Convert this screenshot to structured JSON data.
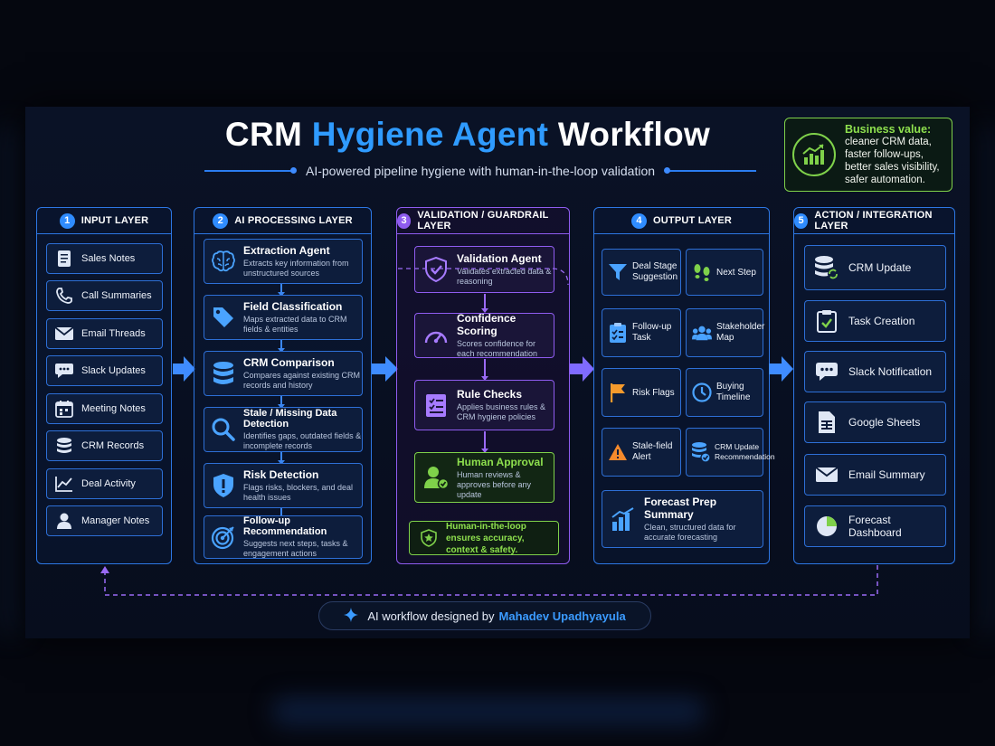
{
  "title": {
    "part1": "CRM",
    "accent": "Hygiene Agent",
    "part2": "Workflow"
  },
  "subtitle": "AI-powered pipeline hygiene with human-in-the-loop validation",
  "business_value": {
    "heading": "Business value:",
    "lines": [
      "cleaner CRM data,",
      "faster follow-ups,",
      "better sales visibility,",
      "safer automation."
    ]
  },
  "columns": [
    {
      "number": "1",
      "title": "INPUT LAYER",
      "items": [
        "Sales Notes",
        "Call Summaries",
        "Email Threads",
        "Slack Updates",
        "Meeting Notes",
        "CRM Records",
        "Deal Activity",
        "Manager Notes"
      ]
    },
    {
      "number": "2",
      "title": "AI PROCESSING LAYER",
      "items": [
        {
          "title": "Extraction Agent",
          "desc": "Extracts key information from unstructured sources"
        },
        {
          "title": "Field Classification",
          "desc": "Maps extracted data to CRM fields & entities"
        },
        {
          "title": "CRM Comparison",
          "desc": "Compares against existing CRM records and history"
        },
        {
          "title": "Stale / Missing Data Detection",
          "desc": "Identifies gaps, outdated fields & incomplete records"
        },
        {
          "title": "Risk Detection",
          "desc": "Flags risks, blockers, and deal health issues"
        },
        {
          "title": "Follow-up Recommendation",
          "desc": "Suggests next steps, tasks & engagement actions"
        }
      ]
    },
    {
      "number": "3",
      "title": "VALIDATION / GUARDRAIL LAYER",
      "items": [
        {
          "title": "Validation Agent",
          "desc": "Validates extracted data & reasoning"
        },
        {
          "title": "Confidence Scoring",
          "desc": "Scores confidence for each recommendation"
        },
        {
          "title": "Rule Checks",
          "desc": "Applies business rules & CRM hygiene policies"
        },
        {
          "title": "Human Approval",
          "desc": "Human reviews & approves before any update"
        }
      ],
      "note": "Human-in-the-loop ensures accuracy, context & safety."
    },
    {
      "number": "4",
      "title": "OUTPUT LAYER",
      "items": [
        "Deal Stage Suggestion",
        "Next Step",
        "Follow-up Task",
        "Stakeholder Map",
        "Risk Flags",
        "Buying Timeline",
        "Stale-field Alert",
        "CRM Update Recommendation"
      ],
      "summary": {
        "title": "Forecast Prep Summary",
        "desc": "Clean, structured data for accurate forecasting"
      }
    },
    {
      "number": "5",
      "title": "ACTION / INTEGRATION LAYER",
      "items": [
        "CRM Update",
        "Task Creation",
        "Slack Notification",
        "Google Sheets",
        "Email Summary",
        "Forecast Dashboard"
      ]
    }
  ],
  "footer": {
    "prefix": "AI workflow designed by",
    "name": "Mahadev Upadhyayula"
  },
  "colors": {
    "blue": "#2f8cff",
    "purple": "#8f5cf0",
    "green": "#7fd14a",
    "background": "#070d1d"
  }
}
